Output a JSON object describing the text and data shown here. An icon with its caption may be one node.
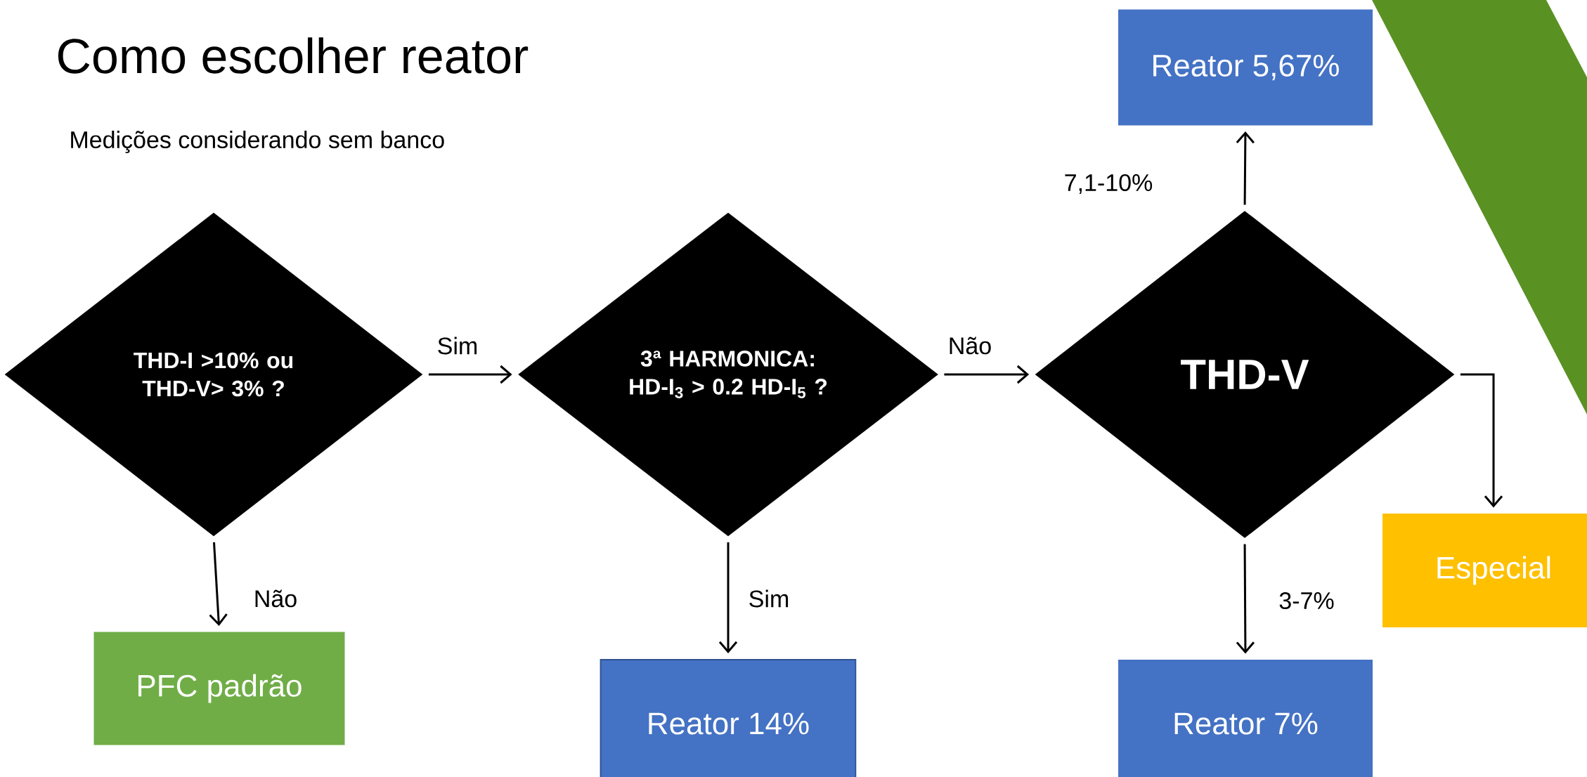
{
  "diagram": {
    "title": "Como escolher  reator",
    "nodes": [
      {
        "text": [
          "THD-I >10% ou THD-V> 3% ?"
        ]
      },
      {
        "text": [
          "PFC padrão"
        ]
      },
      {
        "text": [
          "3ª HARMONICA: HD-I$_{3}$ > 0.2 HD-I$_{5}$ ?"
        ]
      },
      {
        "text": [
          "Reator 14%"
        ]
      },
      {
        "text": [
          "THD-V"
        ]
      },
      {
        "text": [
          "Reator 5,67%"
        ]
      },
      {
        "text": [
          "Reator 7%"
        ]
      },
      {
        "text": [
          "Especial"
        ]
      }
    ],
    "edges": [
      {
        "from": 0,
        "to": 2,
        "arrow": "to",
        "label": "Sim"
      },
      {
        "from": 0,
        "to": 1,
        "arrow": "to",
        "label": "Não"
      },
      {
        "from": 2,
        "to": 4,
        "arrow": "to",
        "label": "Não"
      },
      {
        "from": 2,
        "to": 3,
        "arrow": "to",
        "label": "Sim"
      },
      {
        "from": 4,
        "to": 5,
        "arrow": "to",
        "label": "7,1-10%"
      },
      {
        "from": 4,
        "to": 6,
        "arrow": "to",
        "label": "3-7%"
      },
      {
        "from": 4,
        "to": 7,
        "arrow": "to"
      }
    ],
    "labels": [
      "Medições considerando sem banco"
    ]
  }
}
